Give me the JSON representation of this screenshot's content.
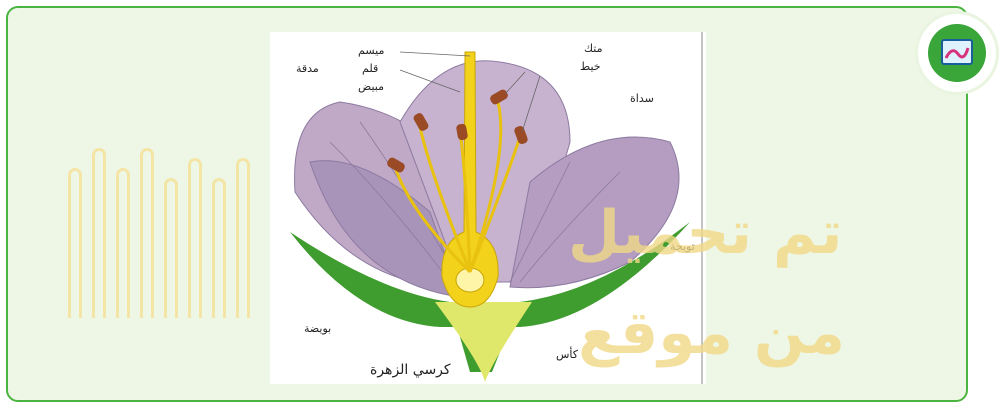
{
  "figure": {
    "labels": {
      "stigma": "ميسم",
      "style": "قلم",
      "ovary": "مبيض",
      "pistil": "مدقة",
      "anther": "متك",
      "filament": "خيط",
      "stamen": "سداة",
      "petal": "تويجة",
      "ovule": "بويضة",
      "sepal": "كأس",
      "caption": "كرسي الزهرة"
    }
  },
  "watermark": {
    "line1": "تم تحميل",
    "line2": "من موقع"
  },
  "icon": {
    "name": "chart-card-icon"
  },
  "colors": {
    "border": "#4bb33f",
    "panel": "#eef7e6",
    "petal": "#b6a5c4",
    "sepal": "#3f9c2e",
    "pistil": "#f2d21b",
    "anther": "#9a4a25",
    "watermark": "#f1d987"
  }
}
